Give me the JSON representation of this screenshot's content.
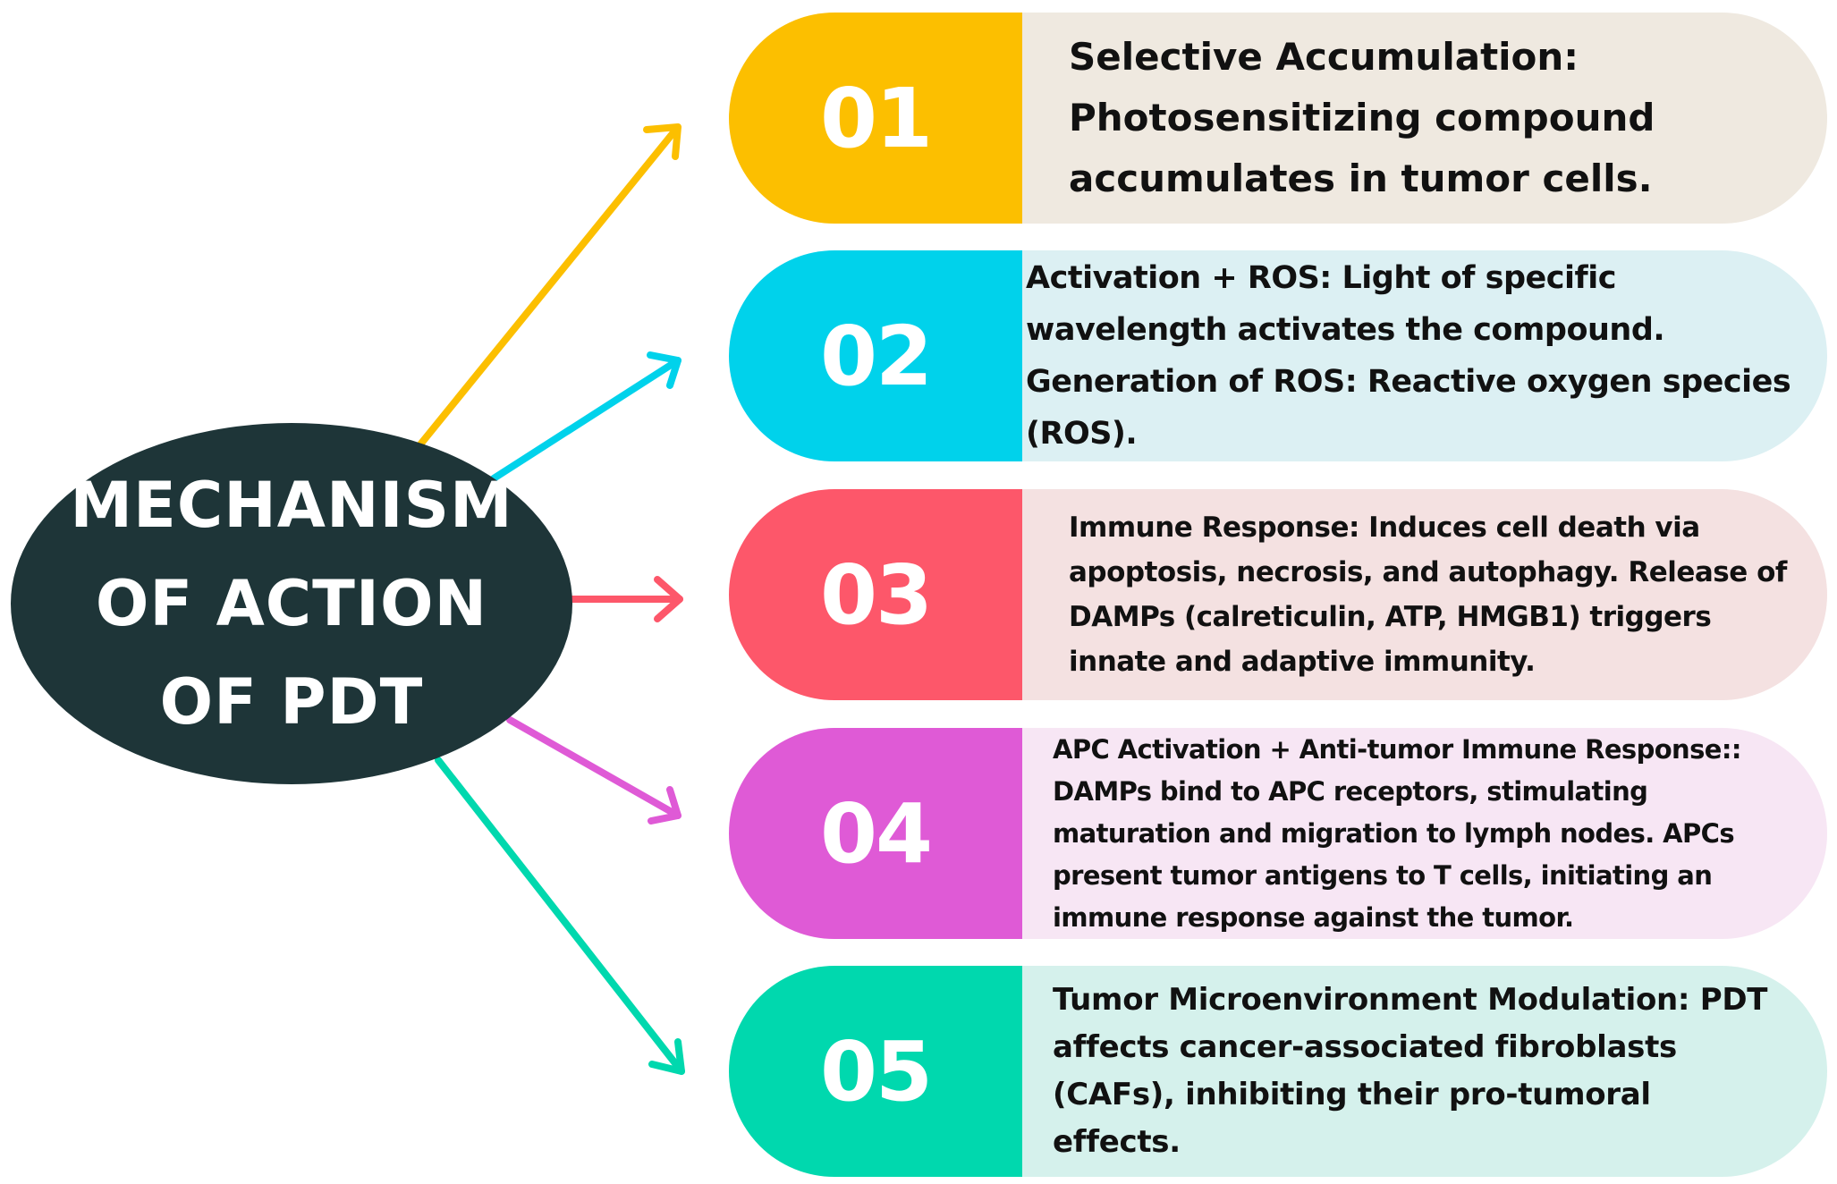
{
  "hub": {
    "title": "MECHANISM\nOF  ACTION\nOF PDT",
    "color": "#1e3538"
  },
  "steps": [
    {
      "number": "01",
      "text": "Selective Accumulation: Photosensitizing compound accumulates in tumor cells.",
      "accent": "#fcbf00",
      "panel": "#efe9e0"
    },
    {
      "number": "02",
      "text": "Activation + ROS: Light of specific wavelength activates the compound. Generation of ROS: Reactive oxygen species (ROS).",
      "accent": "#00d2eb",
      "panel": "#dcf0f3"
    },
    {
      "number": "03",
      "text": "Immune Response: Induces cell death via apoptosis, necrosis, and autophagy.  Release of DAMPs (calreticulin, ATP, HMGB1) triggers innate and adaptive immunity.",
      "accent": "#fd576a",
      "panel": "#f4e1e1"
    },
    {
      "number": "04",
      "text": "APC Activation + Anti-tumor Immune Response:: DAMPs bind to APC receptors, stimulating maturation and migration to lymph nodes. APCs present tumor antigens to T cells, initiating an immune response against the tumor.",
      "accent": "#df5ad6",
      "panel": "#f7e6f4"
    },
    {
      "number": "05",
      "text": "Tumor Microenvironment Modulation: PDT affects cancer-associated fibroblasts (CAFs), inhibiting their pro-tumoral effects.",
      "accent": "#00d8ae",
      "panel": "#d5f1ec"
    }
  ]
}
